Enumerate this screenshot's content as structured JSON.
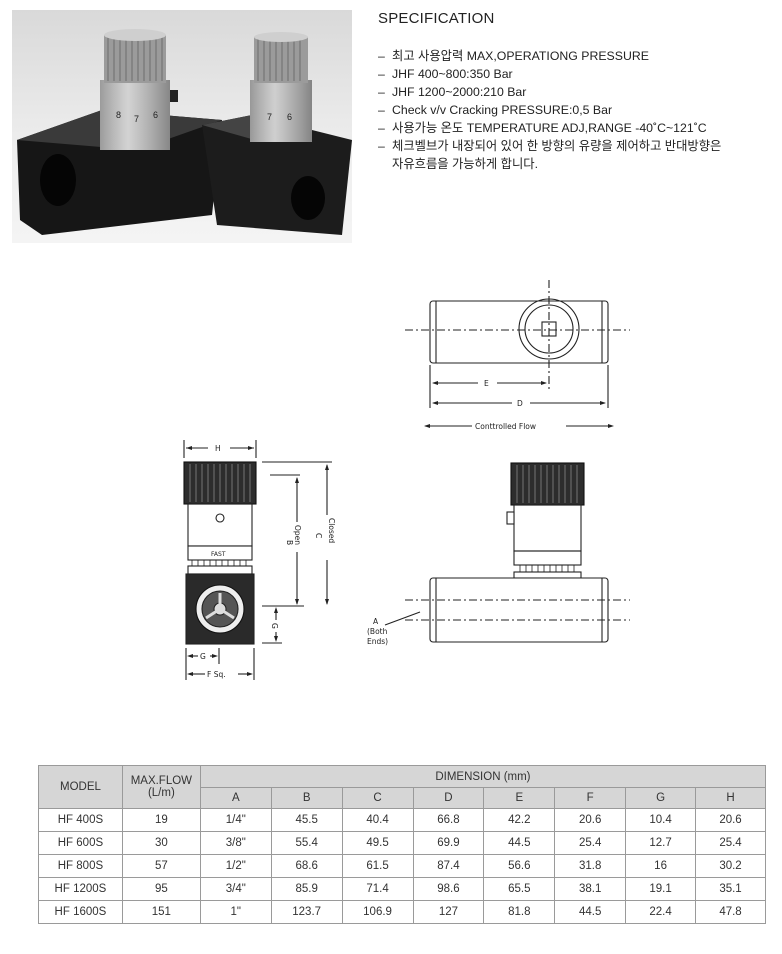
{
  "specification": {
    "title": "SPECIFICATION",
    "items": [
      "최고 사용압력 MAX,OPERATIONG PRESSURE",
      "JHF 400~800:350 Bar",
      "JHF 1200~2000:210 Bar",
      "Check v/v Cracking PRESSURE:0,5 Bar",
      "사용가능 온도 TEMPERATURE ADJ,RANGE -40˚C~121˚C",
      "체크벨브가 내장되어 있어 한 방향의 유량을 제어하고 반대방향은",
      "자유흐름을 가능하게 합니다."
    ],
    "dash": "–"
  },
  "photo": {
    "dial_numbers_left": [
      "8",
      "7",
      "6"
    ],
    "dial_numbers_right": [
      "7",
      "6"
    ]
  },
  "drawing": {
    "labels": {
      "H": "H",
      "B": "B",
      "open": "Open",
      "C": "C",
      "closed": "Closed",
      "fast": "FAST",
      "G_vertical": "G",
      "G_bottom": "G",
      "F": "F Sq.",
      "E": "E",
      "D": "D",
      "controlled_flow": "Conttrolled Flow",
      "A": "A",
      "both": "(Both",
      "ends": "Ends)"
    }
  },
  "table": {
    "header": {
      "model": "MODEL",
      "max_flow": "MAX.FLOW",
      "max_flow_unit": "(L/m)",
      "dimension": "DIMENSION (mm)",
      "columns": [
        "A",
        "B",
        "C",
        "D",
        "E",
        "F",
        "G",
        "H"
      ]
    },
    "rows": [
      {
        "model": "HF 400S",
        "flow": "19",
        "dims": [
          "1/4\"",
          "45.5",
          "40.4",
          "66.8",
          "42.2",
          "20.6",
          "10.4",
          "20.6"
        ]
      },
      {
        "model": "HF 600S",
        "flow": "30",
        "dims": [
          "3/8\"",
          "55.4",
          "49.5",
          "69.9",
          "44.5",
          "25.4",
          "12.7",
          "25.4"
        ]
      },
      {
        "model": "HF 800S",
        "flow": "57",
        "dims": [
          "1/2\"",
          "68.6",
          "61.5",
          "87.4",
          "56.6",
          "31.8",
          "16",
          "30.2"
        ]
      },
      {
        "model": "HF 1200S",
        "flow": "95",
        "dims": [
          "3/4\"",
          "85.9",
          "71.4",
          "98.6",
          "65.5",
          "38.1",
          "19.1",
          "35.1"
        ]
      },
      {
        "model": "HF 1600S",
        "flow": "151",
        "dims": [
          "1\"",
          "123.7",
          "106.9",
          "127",
          "81.8",
          "44.5",
          "22.4",
          "47.8"
        ]
      }
    ]
  }
}
